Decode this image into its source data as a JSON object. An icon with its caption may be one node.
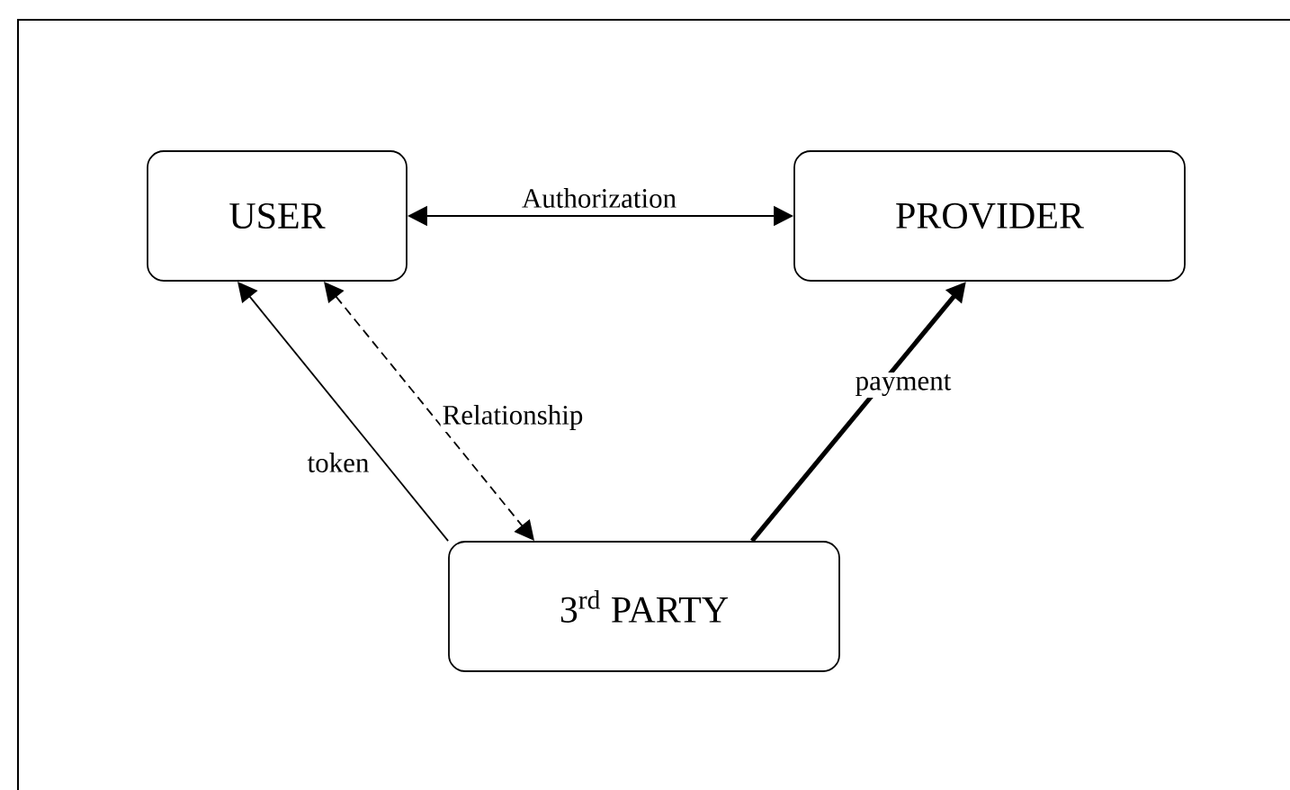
{
  "diagram": {
    "nodes": [
      {
        "text": [
          "USER"
        ]
      },
      {
        "text": [
          "PROVIDER"
        ]
      },
      {
        "text": [
          "3$^{rd}$ PARTY"
        ]
      }
    ],
    "edges": [
      {
        "from": 0,
        "to": 1,
        "arrow": "both",
        "label": "Authorization"
      },
      {
        "from": 2,
        "to": 0,
        "arrow": "to",
        "label": "token"
      },
      {
        "from": 0,
        "to": 2,
        "arrow": "both",
        "style": "dashed",
        "label": "Relationship"
      },
      {
        "from": 2,
        "to": 1,
        "arrow": "to",
        "style": "thick",
        "label": "payment"
      }
    ]
  }
}
